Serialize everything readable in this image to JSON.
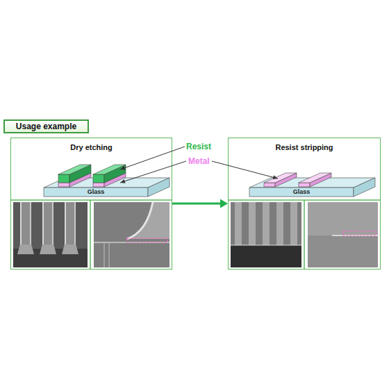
{
  "diagram": {
    "nodes": [
      {
        "text": [
          "Usage example"
        ]
      },
      {
        "text": [
          "Dry etching"
        ]
      },
      {
        "text": [
          "Glass"
        ],
        "in": 1
      },
      {
        "text": [
          "Resist stripping"
        ]
      },
      {
        "text": [
          "Glass"
        ],
        "in": 3
      }
    ],
    "edges": [
      {
        "from": 1,
        "to": 3,
        "arrow": "to"
      }
    ],
    "labels": [
      "Resist",
      "Metal"
    ]
  }
}
